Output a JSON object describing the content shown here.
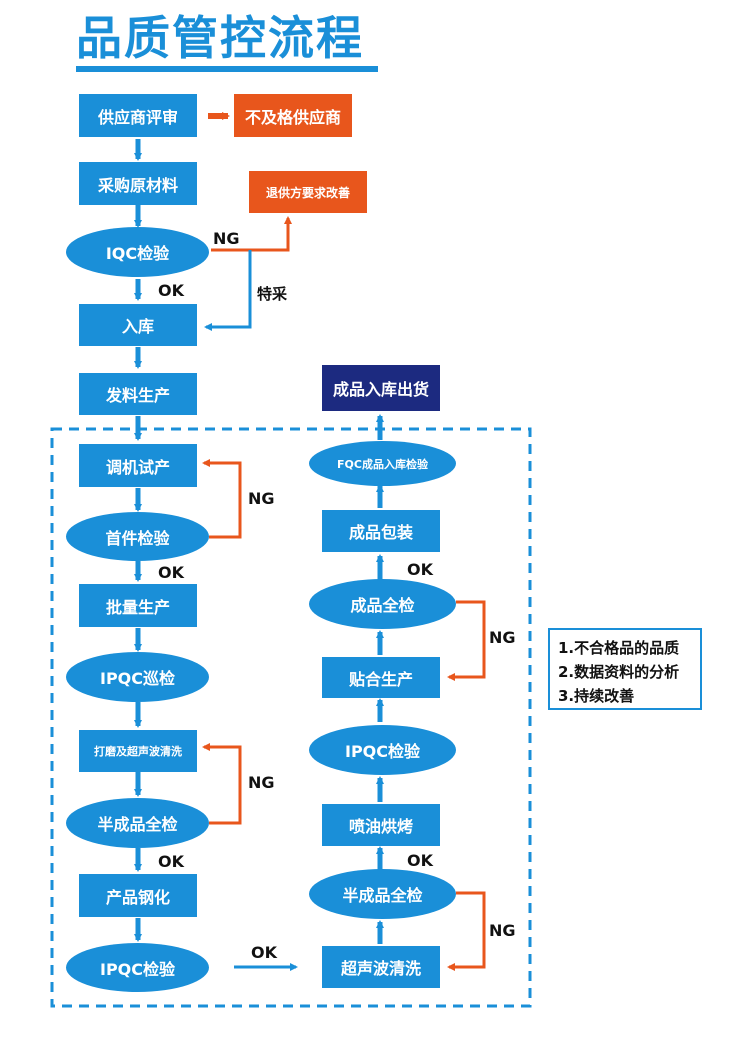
{
  "title": "品质管控流程",
  "left_flow": {
    "supplier_review": "供应商评审",
    "unqualified_supplier": "不及格供应商",
    "purchase": "采购原材料",
    "return_supplier": "退供方要求改善",
    "iqc": "IQC检验",
    "warehouse_in": "入库",
    "issue_material": "发料生产",
    "trial": "调机试产",
    "first_article": "首件检验",
    "mass_production": "批量生产",
    "ipqc_patrol": "IPQC巡检",
    "grind_clean": "打磨及超声波清洗",
    "semi_full_inspect": "半成品全检",
    "tempering": "产品钢化",
    "ipqc_inspect": "IPQC检验"
  },
  "right_flow": {
    "ultrasonic_clean": "超声波清洗",
    "semi_full_inspect": "半成品全检",
    "spray_bake": "喷油烘烤",
    "ipqc_inspect": "IPQC检验",
    "lamination": "贴合生产",
    "final_full_inspect": "成品全检",
    "packaging": "成品包装",
    "fqc": "FQC成品入库检验",
    "ship": "成品入库出货"
  },
  "labels": {
    "ng": "NG",
    "ok": "OK",
    "special_purchase": "特采"
  },
  "notes": [
    "1.不合格品的品质",
    "2.数据资料的分析",
    "3.持续改善"
  ],
  "colors": {
    "primary_blue": "#1a8fd8",
    "orange": "#e8561c",
    "navy": "#1c2a80"
  }
}
